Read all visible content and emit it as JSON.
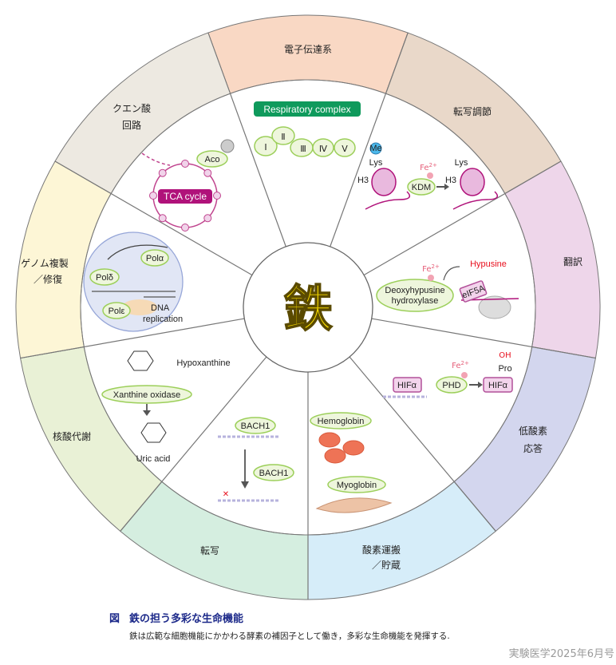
{
  "center": {
    "label": "鉄",
    "color": "#f5d800"
  },
  "sectors": [
    {
      "label": [
        "電子伝達系"
      ],
      "color": "#f9d8c4"
    },
    {
      "label": [
        "転写調節"
      ],
      "color": "#e9d8c9"
    },
    {
      "label": [
        "翻訳"
      ],
      "color": "#eed6ea"
    },
    {
      "label": [
        "低酸素",
        "応答"
      ],
      "color": "#d3d6ee"
    },
    {
      "label": [
        "酸素運搬",
        "／貯蔵"
      ],
      "color": "#d6edf9"
    },
    {
      "label": [
        "転写"
      ],
      "color": "#d5eee0"
    },
    {
      "label": [
        "核酸代謝"
      ],
      "color": "#e9f1d6"
    },
    {
      "label": [
        "ゲノム複製",
        "／修復"
      ],
      "color": "#fdf6d6"
    },
    {
      "label": [
        "クエン酸",
        "回路"
      ],
      "color": "#ede9e1"
    }
  ],
  "electron_transport": {
    "badge": "Respiratory complex",
    "badge_color": "#0f9a5c",
    "complexes": [
      "Ⅰ",
      "Ⅱ",
      "Ⅲ",
      "Ⅳ",
      "Ⅴ"
    ]
  },
  "tca": {
    "badge": "TCA cycle",
    "badge_color": "#b0127a",
    "enzyme": "Aco"
  },
  "transcription_regulation": {
    "me": "Me",
    "lys1": "Lys",
    "h3_1": "H3",
    "enzyme": "KDM",
    "fe": "Fe",
    "fe_sup": "2+",
    "lys2": "Lys",
    "h3_2": "H3"
  },
  "translation": {
    "enzyme_line1": "Deoxyhypusine",
    "enzyme_line2": "hydroxylase",
    "fe": "Fe",
    "fe_sup": "2+",
    "product": "Hypusine",
    "protein": "eIF5A"
  },
  "hypoxia": {
    "hif1": "HIFα",
    "enzyme": "PHD",
    "fe": "Fe",
    "fe_sup": "2+",
    "hif2": "HIFα",
    "pro": "Pro",
    "oh": "OH"
  },
  "oxygen": {
    "hemoglobin": "Hemoglobin",
    "myoglobin": "Myoglobin"
  },
  "transcription": {
    "bach1_a": "BACH1",
    "bach1_b": "BACH1"
  },
  "nucleic_acid": {
    "substrate": "Hypoxanthine",
    "enzyme": "Xanthine oxidase",
    "product": "Uric acid"
  },
  "genome": {
    "pol_a": "Polα",
    "pol_d": "Polδ",
    "pol_e": "Polε",
    "label1": "DNA",
    "label2": "replication"
  },
  "caption": {
    "fig": "図",
    "title": "鉄の担う多彩な生命機能",
    "body": "鉄は広範な細胞機能にかかわる酵素の補因子として働き，多彩な生命機能を発揮する.",
    "credit": "実験医学2025年6月号"
  }
}
